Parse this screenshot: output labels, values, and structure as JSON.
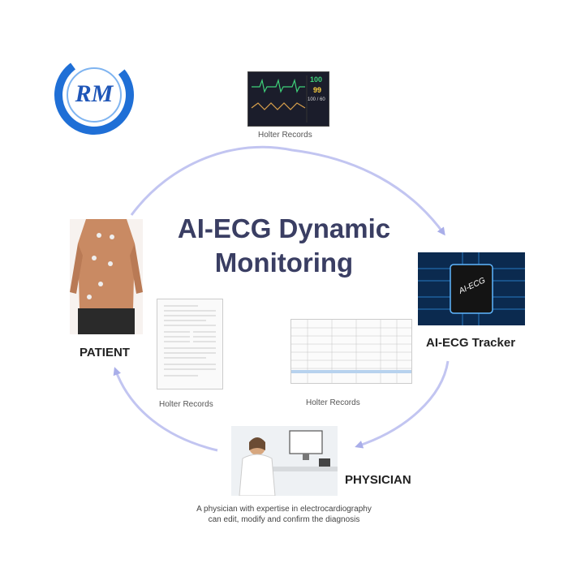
{
  "logo": {
    "text": "RM"
  },
  "title": {
    "line1": "AI-ECG Dynamic",
    "line2": "Monitoring"
  },
  "nodes": {
    "top_caption": "Holter Records",
    "monitor": {
      "hr": "100",
      "spo2": "99",
      "bp": "100 / 60"
    },
    "tracker_chip_text": "AI-ECG",
    "tracker_label": "AI-ECG Tracker",
    "patient_label": "PATIENT",
    "left_record_caption": "Holter Records",
    "right_record_caption": "Holter Records",
    "physician_label": "PHYSICIAN",
    "physician_caption_line1": "A physician with expertise in electrocardiography",
    "physician_caption_line2": "can edit, modify and confirm the diagnosis"
  },
  "colors": {
    "arrow": "#b8bcee",
    "title": "#3a3e63",
    "logo_blue": "#1f6fd6",
    "chip_bg": "#0b2a4f"
  }
}
